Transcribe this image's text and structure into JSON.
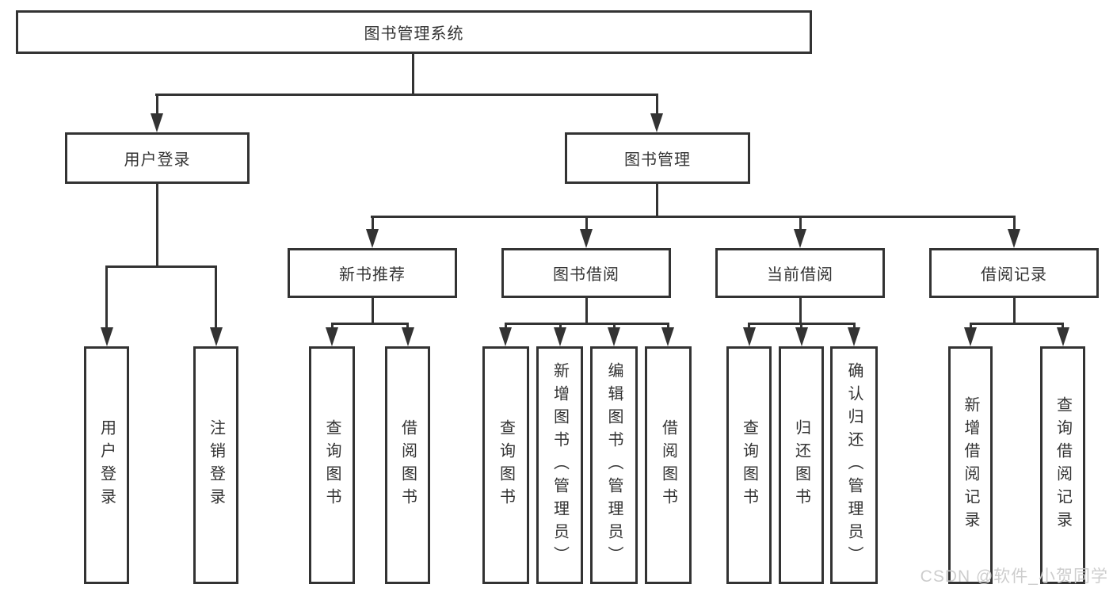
{
  "tree": {
    "root": {
      "label": "图书管理系统",
      "children": [
        {
          "label": "用户登录",
          "children": [
            {
              "label": "用户登录"
            },
            {
              "label": "注销登录"
            }
          ]
        },
        {
          "label": "图书管理",
          "children": [
            {
              "label": "新书推荐",
              "children": [
                {
                  "label": "查询图书"
                },
                {
                  "label": "借阅图书"
                }
              ]
            },
            {
              "label": "图书借阅",
              "children": [
                {
                  "label": "查询图书"
                },
                {
                  "label": "新增图书（管理员）"
                },
                {
                  "label": "编辑图书（管理员）"
                },
                {
                  "label": "借阅图书"
                }
              ]
            },
            {
              "label": "当前借阅",
              "children": [
                {
                  "label": "查询图书"
                },
                {
                  "label": "归还图书"
                },
                {
                  "label": "确认归还（管理员）"
                }
              ]
            },
            {
              "label": "借阅记录",
              "children": [
                {
                  "label": "新增借阅记录"
                },
                {
                  "label": "查询借阅记录"
                }
              ]
            }
          ]
        }
      ]
    }
  },
  "watermark": {
    "text": "CSDN @软件_小贺同学"
  },
  "colors": {
    "line": "#333333",
    "text": "#333333",
    "background": "#ffffff",
    "watermark": "#cbcbcb"
  }
}
